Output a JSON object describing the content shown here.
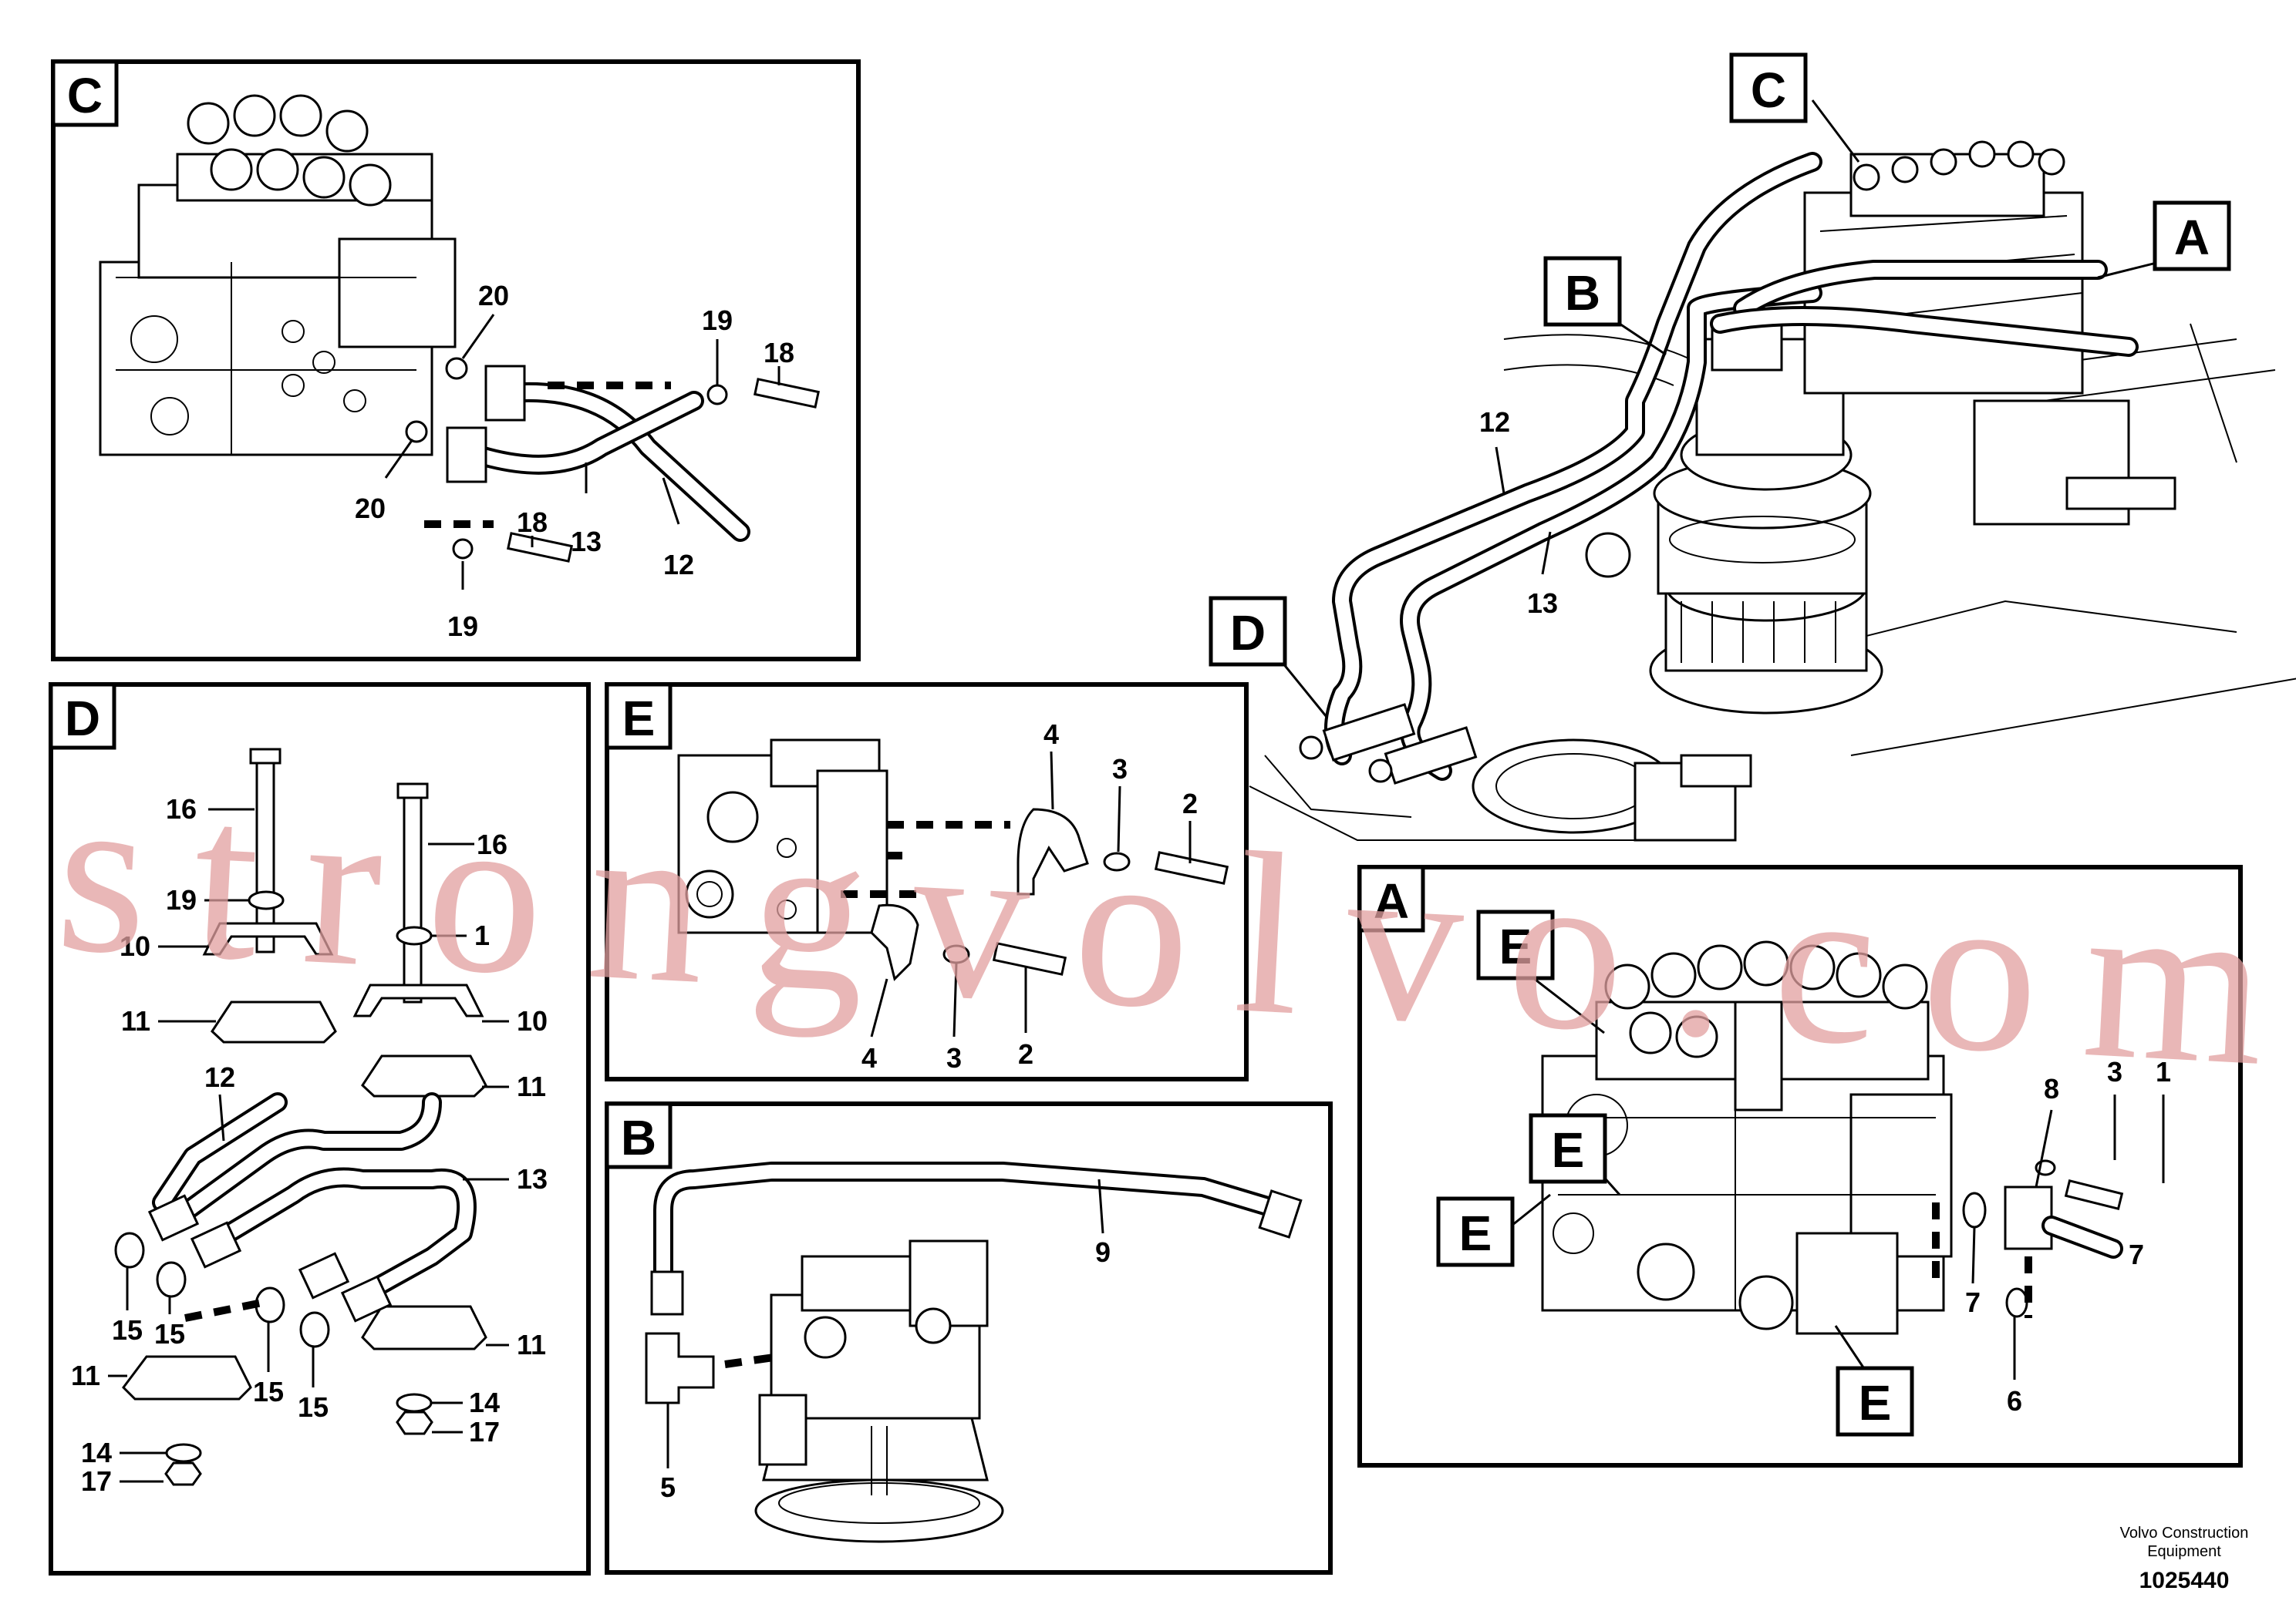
{
  "footer": {
    "company_line1": "Volvo Construction",
    "company_line2": "Equipment",
    "drawing_number": "1025440"
  },
  "watermark": "strongvolvo.com",
  "panels": {
    "C": {
      "tag": "C",
      "labels": {
        "l20a": "20",
        "l20b": "20",
        "l19a": "19",
        "l18a": "18",
        "l18b": "18",
        "l13": "13",
        "l12": "12",
        "l19b": "19"
      }
    },
    "D": {
      "tag": "D",
      "labels": {
        "l16a": "16",
        "l16b": "16",
        "l19": "19",
        "l1": "1",
        "l10a": "10",
        "l10b": "10",
        "l11a": "11",
        "l11b": "11",
        "l12": "12",
        "l13": "13",
        "l15a": "15",
        "l15b": "15",
        "l15c": "15",
        "l15d": "15",
        "l11c": "11",
        "l11d": "11",
        "l14a": "14",
        "l14b": "14",
        "l17a": "17",
        "l17b": "17"
      }
    },
    "E": {
      "tag": "E",
      "labels": {
        "l4a": "4",
        "l3a": "3",
        "l2a": "2",
        "l4b": "4",
        "l3b": "3",
        "l2b": "2"
      }
    },
    "B": {
      "tag": "B",
      "labels": {
        "l9": "9",
        "l5": "5"
      }
    },
    "A": {
      "tag": "A",
      "labels": {
        "e1": "E",
        "e2": "E",
        "e3": "E",
        "e4": "E",
        "l3": "3",
        "l1": "1",
        "l8": "8",
        "l7a": "7",
        "l7b": "7",
        "l6": "6"
      }
    },
    "overview": {
      "tags": {
        "c": "C",
        "a": "A",
        "b": "B",
        "d": "D"
      },
      "labels": {
        "l12": "12",
        "l13": "13"
      }
    }
  }
}
